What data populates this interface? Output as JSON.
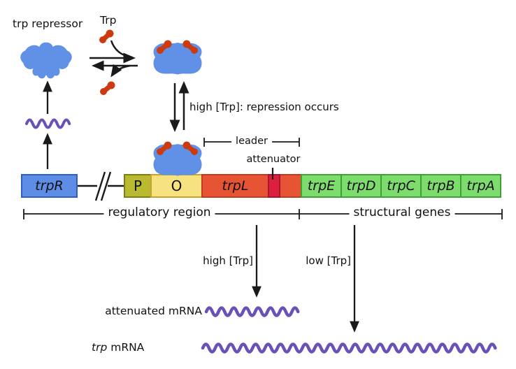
{
  "labels": {
    "trp_repressor": "trp repressor",
    "trp": "Trp",
    "repression_note": "high [Trp]: repression occurs",
    "leader": "leader",
    "attenuator": "attenuator",
    "regulatory_region": "regulatory region",
    "structural_genes": "structural genes",
    "high_trp": "high [Trp]",
    "low_trp": "low [Trp]",
    "attenuated_mrna": "attenuated mRNA",
    "trp_mrna_gene": "trp",
    "trp_mrna_suffix": " mRNA"
  },
  "gene_map": {
    "trpR": "trpR",
    "promoter": "P",
    "operator": "O",
    "leader_gene": "trpL",
    "structural": [
      "trpE",
      "trpD",
      "trpC",
      "trpB",
      "trpA"
    ]
  },
  "colors": {
    "repressor_blue": "#6191e6",
    "trp_red": "#cc3a10",
    "trpR_box": "#5d8de4",
    "promoter_box": "#b9ba30",
    "operator_box": "#f6e27f",
    "trpL_box": "#e65434",
    "attenuator_box": "#dc1f3d",
    "structural_box": "#7edc6f",
    "mrna_purple": "#6a51b5",
    "line_black": "#1a1a1a"
  }
}
